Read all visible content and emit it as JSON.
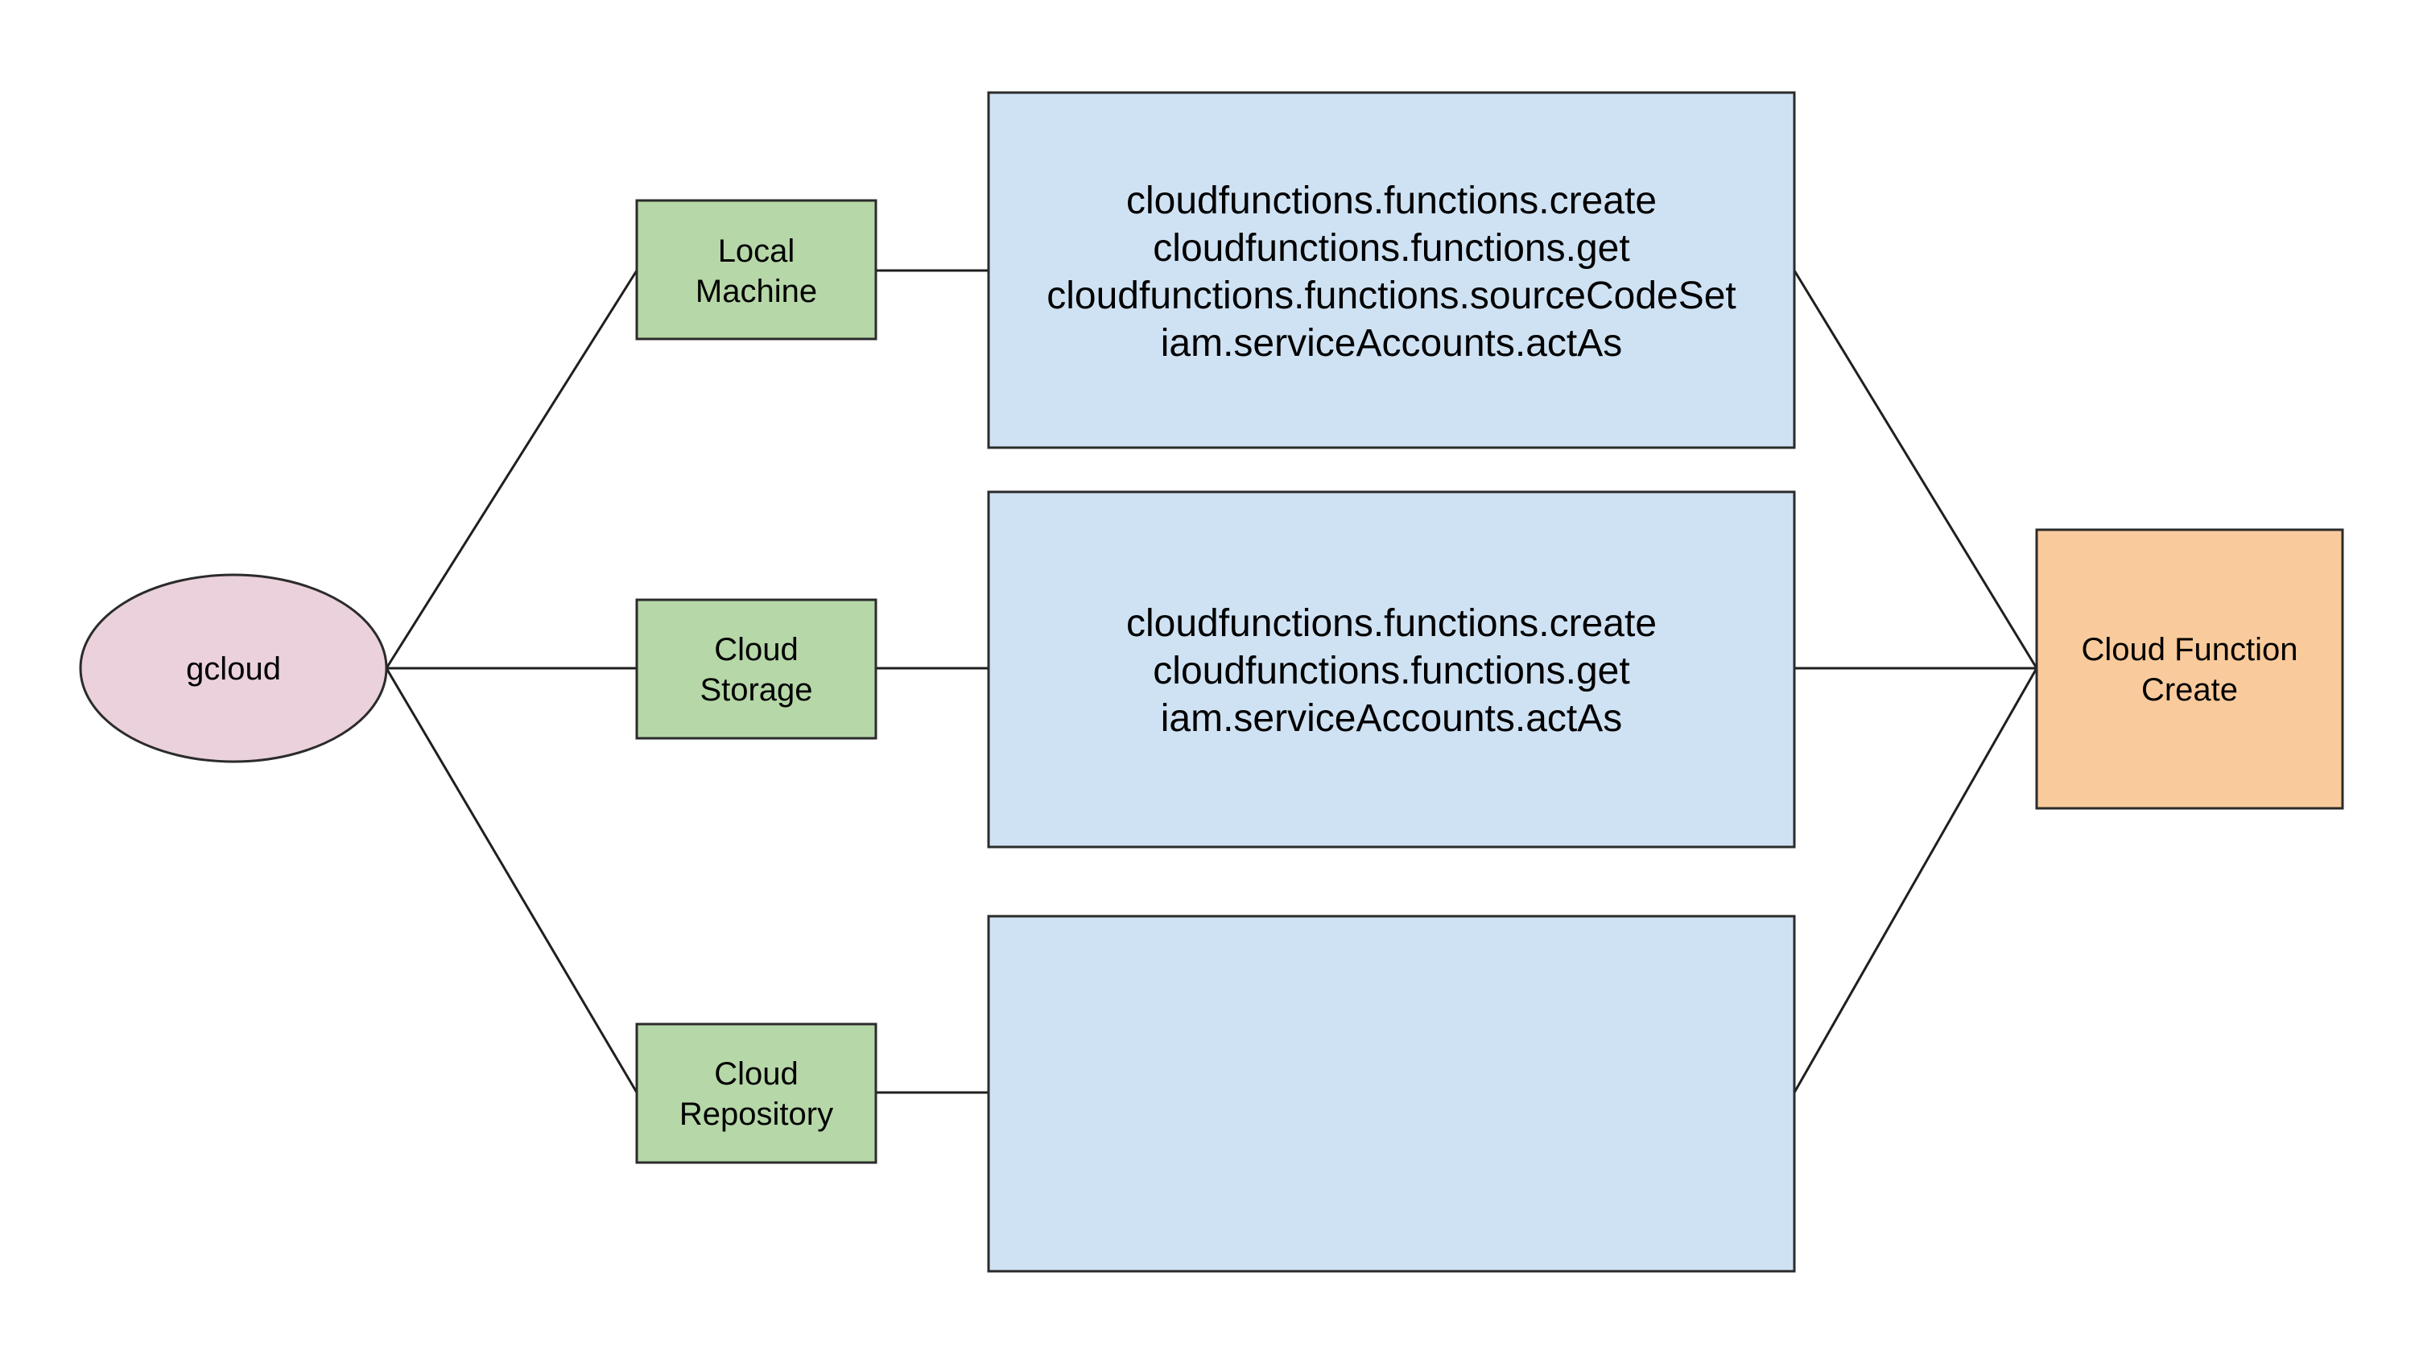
{
  "colors": {
    "ellipse_fill": "#ead1dc",
    "source_fill": "#b6d7a8",
    "permission_fill": "#cfe2f3",
    "target_fill": "#f9cb9c",
    "stroke": "#2b2b2b",
    "background": "#ffffff"
  },
  "start": {
    "label": "gcloud"
  },
  "sources": [
    {
      "lines": [
        "Local",
        "Machine"
      ]
    },
    {
      "lines": [
        "Cloud",
        "Storage"
      ]
    },
    {
      "lines": [
        "Cloud",
        "Repository"
      ]
    }
  ],
  "permissions": [
    {
      "lines": [
        "cloudfunctions.functions.create",
        "cloudfunctions.functions.get",
        "cloudfunctions.functions.sourceCodeSet",
        "iam.serviceAccounts.actAs"
      ]
    },
    {
      "lines": [
        "cloudfunctions.functions.create",
        "cloudfunctions.functions.get",
        "iam.serviceAccounts.actAs"
      ]
    },
    {
      "lines": []
    }
  ],
  "target": {
    "lines": [
      "Cloud Function",
      "Create"
    ]
  }
}
